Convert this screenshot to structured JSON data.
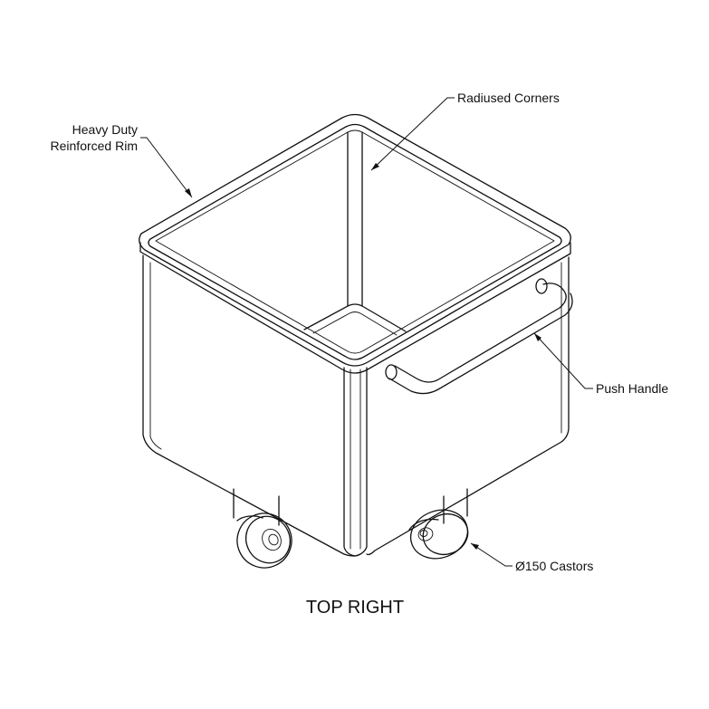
{
  "callouts": {
    "rim_line1": "Heavy Duty",
    "rim_line2": "Reinforced Rim",
    "corners": "Radiused Corners",
    "handle": "Push Handle",
    "castors": "Ø150 Castors"
  },
  "view_title": "TOP RIGHT"
}
